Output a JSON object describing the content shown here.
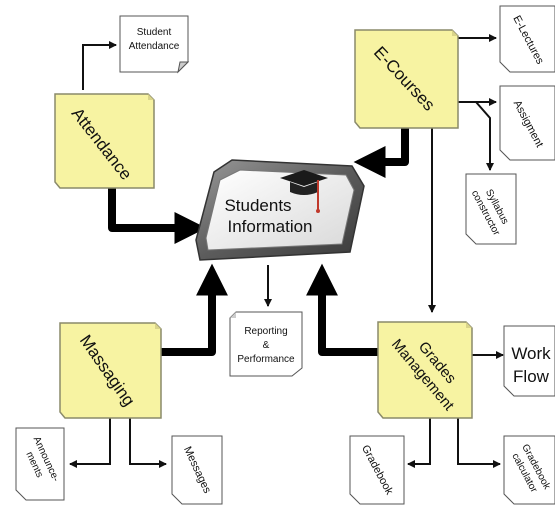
{
  "center": {
    "line1": "Students",
    "line2": "Information"
  },
  "modules": {
    "attendance": "Attendance",
    "ecourses": "E-Courses",
    "massaging": "Massaging",
    "grades_line1": "Grades",
    "grades_line2": "Management"
  },
  "documents": {
    "student_attendance_line1": "Student",
    "student_attendance_line2": "Attendance",
    "electures": "E-Lectures",
    "assignment": "Assigment",
    "syllabus_line1": "Syllabus",
    "syllabus_line2": "constructor",
    "reporting_line1": "Reporting",
    "reporting_line2": "&",
    "reporting_line3": "Performance",
    "workflow_line1": "Work",
    "workflow_line2": "Flow",
    "announcements_line1": "Announce-",
    "announcements_line2": "ments",
    "messages": "Messages",
    "gradebook": "Gradebook",
    "gradebook_calc_line1": "Gradebook",
    "gradebook_calc_line2": "calculator"
  },
  "colors": {
    "module_fill": "#f7f3a2",
    "module_stroke": "#8a8a6a",
    "doc_fill": "#ffffff",
    "doc_stroke": "#555555",
    "arrow": "#000000",
    "device_frame": "#6b6b6b",
    "device_screen": "#f2f2f2",
    "cap": "#1a1a1a",
    "tassel": "#c0392b"
  },
  "icons": {
    "center_icon": "graduation-cap-icon"
  }
}
